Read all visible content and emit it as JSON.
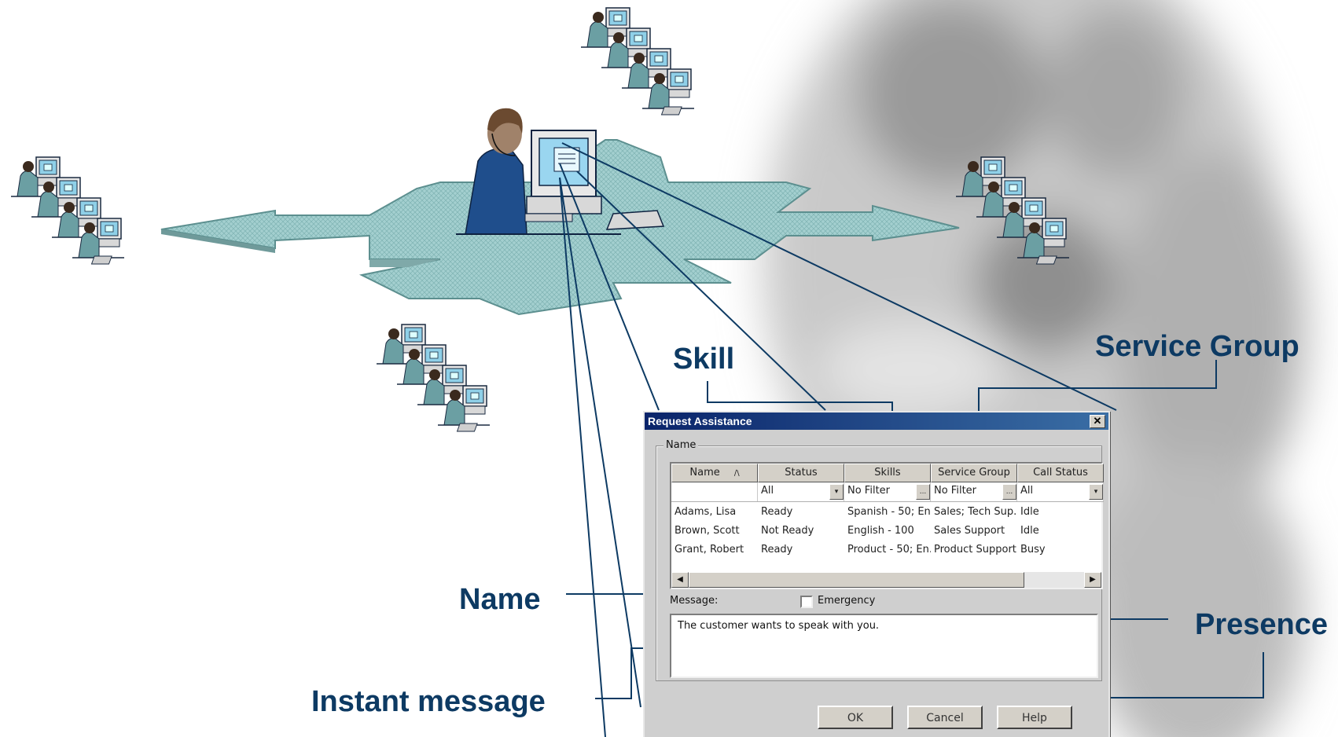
{
  "callouts": {
    "skill": "Skill",
    "service_group": "Service Group",
    "name": "Name",
    "presence": "Presence",
    "instant_message": "Instant message"
  },
  "dialog": {
    "title": "Request Assistance",
    "close_glyph": "✕",
    "group_label": "Name",
    "columns": [
      "Name",
      "Status",
      "Skills",
      "Service Group",
      "Call Status"
    ],
    "sort_glyph": "∕\\",
    "filters": [
      "",
      "All",
      "No Filter",
      "No Filter",
      "All"
    ],
    "filter_buttons": [
      "▾",
      "...",
      "...",
      "▾"
    ],
    "rows": [
      [
        "Adams, Lisa",
        "Ready",
        "Spanish - 50; En...",
        "Sales; Tech Sup...",
        "Idle"
      ],
      [
        "Brown, Scott",
        "Not Ready",
        "English - 100",
        "Sales Support",
        "Idle"
      ],
      [
        "Grant, Robert",
        "Ready",
        "Product - 50; En...",
        "Product Support",
        "Busy"
      ]
    ],
    "scroll_left": "◀",
    "scroll_right": "▶",
    "message_label": "Message:",
    "emergency_label": "Emergency",
    "emergency_checked": false,
    "message_text": "The customer wants to speak with you.",
    "ok_label": "OK",
    "cancel_label": "Cancel",
    "help_label": "Help"
  },
  "colors": {
    "callout_text": "#0d3a63",
    "arrow_fill": "#9ccaca",
    "agent_shirt": "#1f4e8c",
    "desk_shade": "#6f9a9a"
  }
}
